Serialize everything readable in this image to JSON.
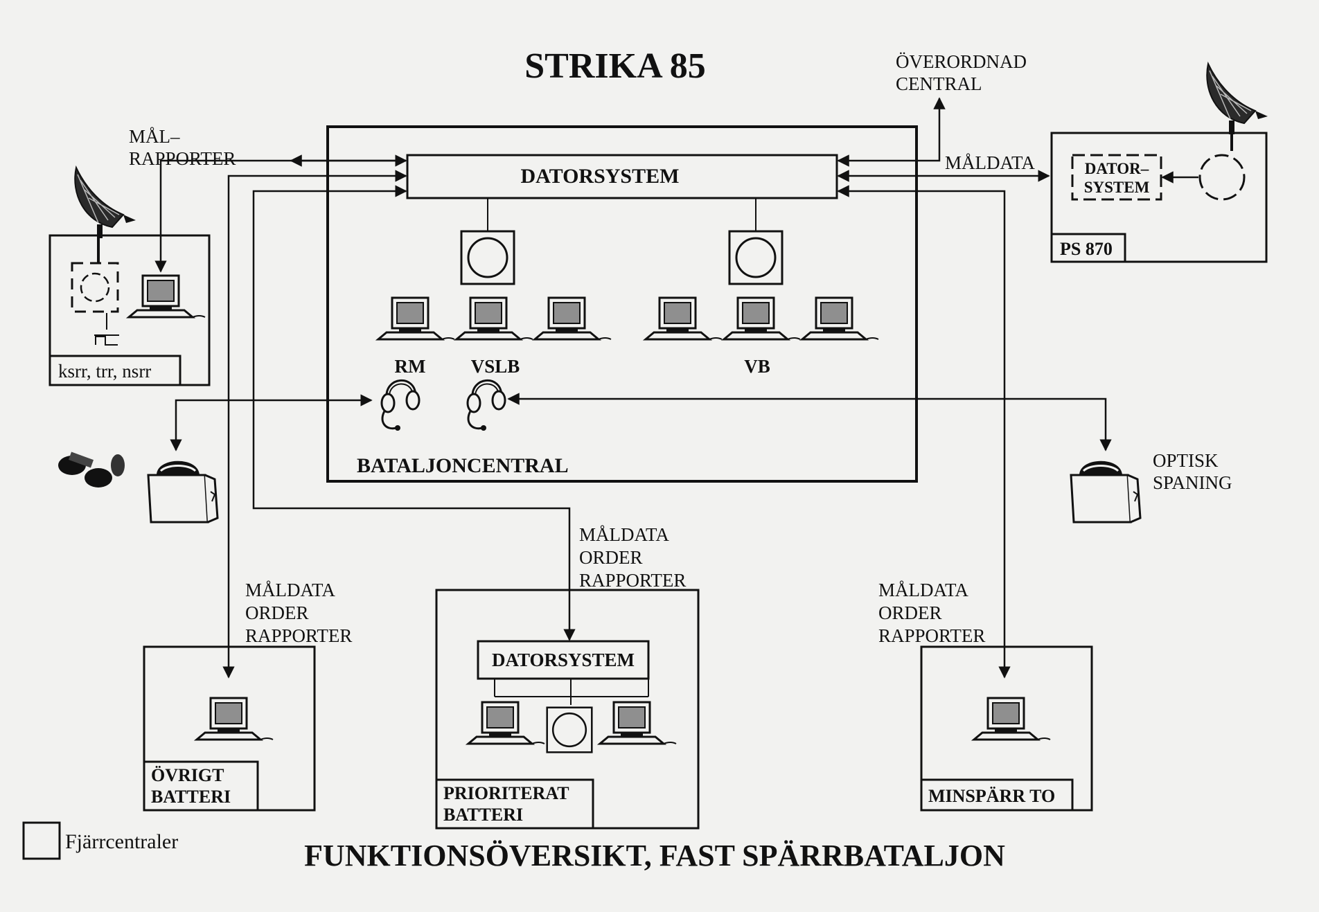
{
  "title": "STRIKA 85",
  "subtitle": "FUNKTIONSÖVERSIKT, FAST SPÄRRBATALJON",
  "legend": {
    "label": "Fjärrcentraler"
  },
  "superior_central": {
    "line1": "ÖVERORDNAD",
    "line2": "CENTRAL"
  },
  "target_reports": {
    "line1": "MÅL–",
    "line2": "RAPPORTER"
  },
  "battalion_central": {
    "label": "BATALJONCENTRAL",
    "computer_label": "DATORSYSTEM",
    "roles": {
      "rm": "RM",
      "vslb": "VSLB",
      "vb": "VB"
    }
  },
  "radar_station": {
    "label": "ksrr, trr, nsrr"
  },
  "ps870": {
    "label": "PS 870",
    "computer_line1": "DATOR–",
    "computer_line2": "SYSTEM",
    "link_label": "MÅLDATA"
  },
  "optical": {
    "line1": "OPTISK",
    "line2": "SPANING"
  },
  "other_battery": {
    "label_line1": "ÖVRIGT",
    "label_line2": "BATTERI",
    "link_line1": "MÅLDATA",
    "link_line2": "ORDER",
    "link_line3": "RAPPORTER"
  },
  "prioritized_battery": {
    "label_line1": "PRIORITERAT",
    "label_line2": "BATTERI",
    "computer_label": "DATORSYSTEM",
    "link_line1": "MÅLDATA",
    "link_line2": "ORDER",
    "link_line3": "RAPPORTER"
  },
  "mine_barrier": {
    "label": "MINSPÄRR TO",
    "link_line1": "MÅLDATA",
    "link_line2": "ORDER",
    "link_line3": "RAPPORTER"
  },
  "icons": [
    "radar-dish-icon",
    "computer-terminal-icon",
    "display-screen-icon",
    "headset-icon",
    "field-telephone-icon",
    "binoculars-icon"
  ],
  "colors": {
    "ink": "#111111",
    "paper": "#f2f2f0",
    "screen": "#8f8f8f"
  }
}
